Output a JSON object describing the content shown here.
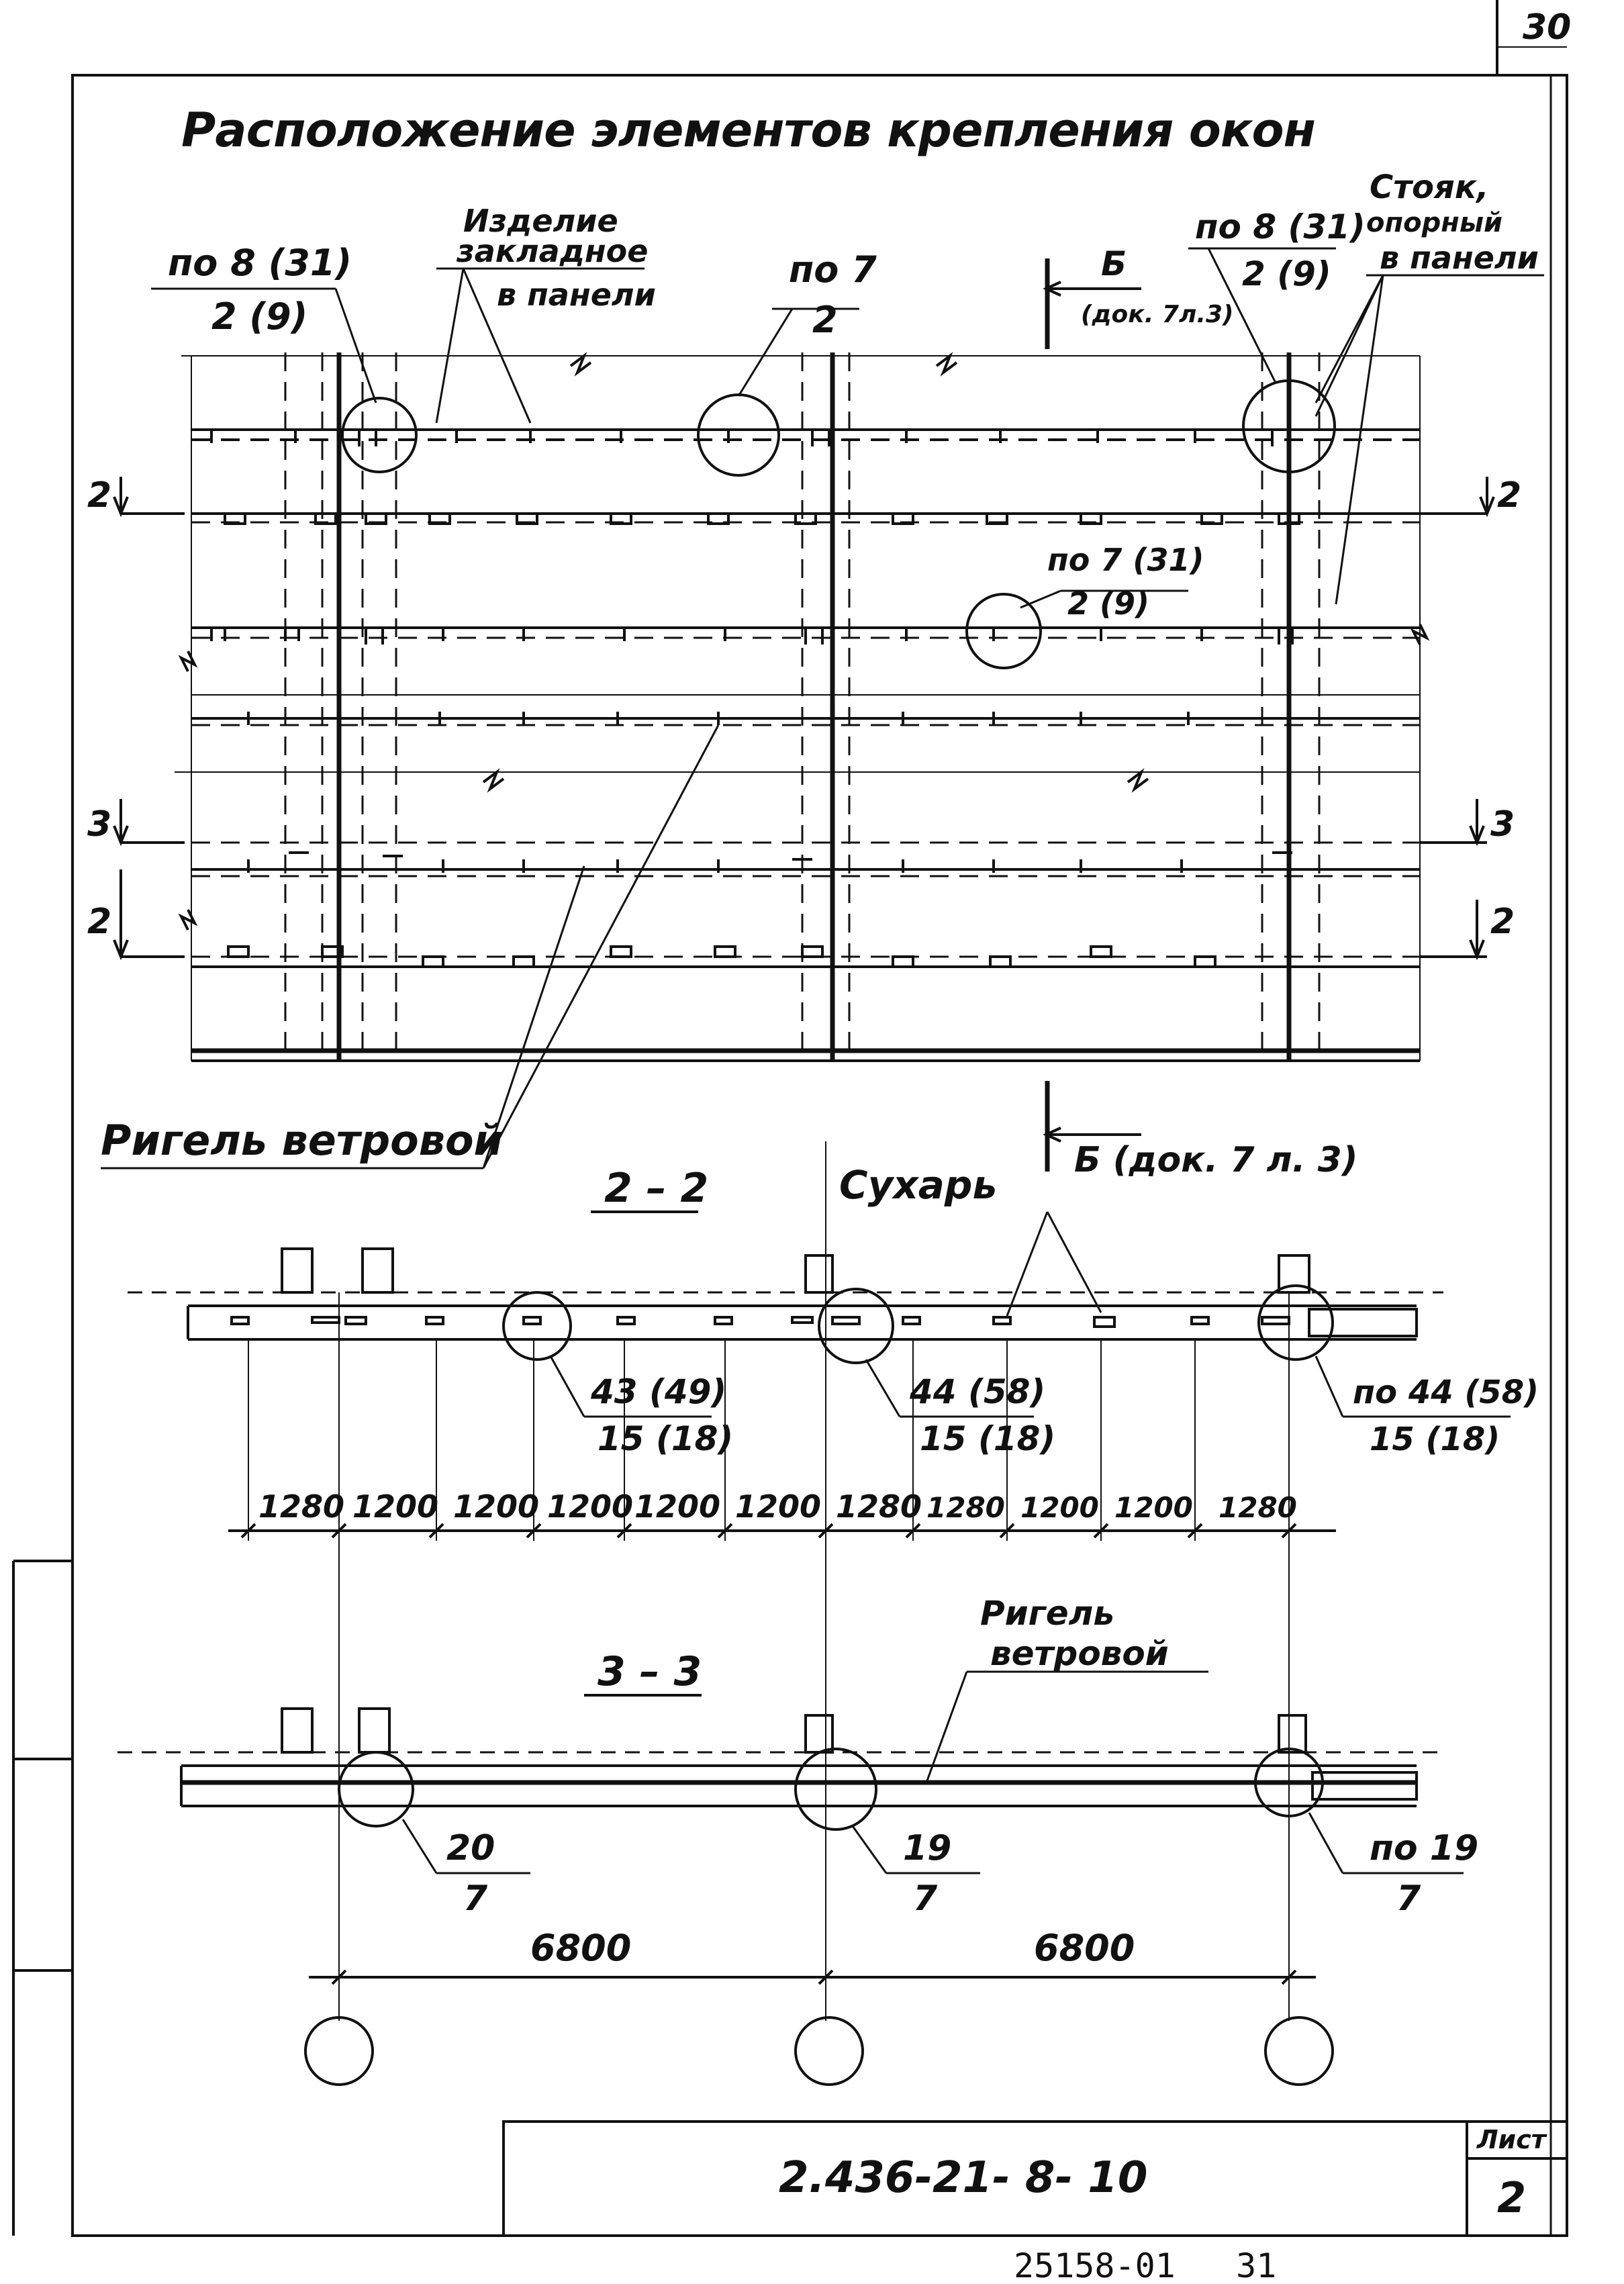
{
  "sheet_number_corner": "30",
  "title": "Расположение элементов крепления окон",
  "plan": {
    "label_embedded": [
      "Изделие",
      "закладное",
      "в панели"
    ],
    "label_stand": [
      "Стояк,",
      "опорный",
      "в панели"
    ],
    "label_tl_top": "по 8 (31)",
    "label_tl_bottom": "2 (9)",
    "label_mid_top": "по 7",
    "label_mid_bottom": "2",
    "label_tr_top": "по 8 (31)",
    "label_tr_bottom": "2 (9)",
    "label_center_top": "по 7 (31)",
    "label_center_bottom": "2 (9)",
    "section_b_top": "Б",
    "section_b_top_ref": "(док. 7л.3)",
    "section_b_bottom": "Б (док. 7 л. 3)",
    "cut_2": "2",
    "cut_3": "3",
    "label_rigel": "Ригель ветровой"
  },
  "section_22": {
    "title": "2 – 2",
    "label_sukhar": "Сухарь",
    "callout_1_top": "43 (49)",
    "callout_1_bottom": "15 (18)",
    "callout_2_top": "44 (58)",
    "callout_2_bottom": "15 (18)",
    "callout_3_top": "по 44 (58)",
    "callout_3_bottom": "15 (18)",
    "dims": [
      "1280",
      "1200",
      "1200",
      "1200",
      "1200",
      "1200",
      "1280",
      "1280",
      "1200",
      "1200",
      "1280"
    ]
  },
  "section_33": {
    "title": "3 – 3",
    "label_rigel": [
      "Ригель",
      "ветровой"
    ],
    "callout_1_top": "20",
    "callout_1_bottom": "7",
    "callout_2_top": "19",
    "callout_2_bottom": "7",
    "callout_3_top": "по 19",
    "callout_3_bottom": "7",
    "dim_left": "6800",
    "dim_right": "6800"
  },
  "title_block": {
    "doc_code": "2.436-21- 8- 10",
    "sheet_label": "Лист",
    "sheet_value": "2"
  },
  "inventory_number": "25158-01   31"
}
